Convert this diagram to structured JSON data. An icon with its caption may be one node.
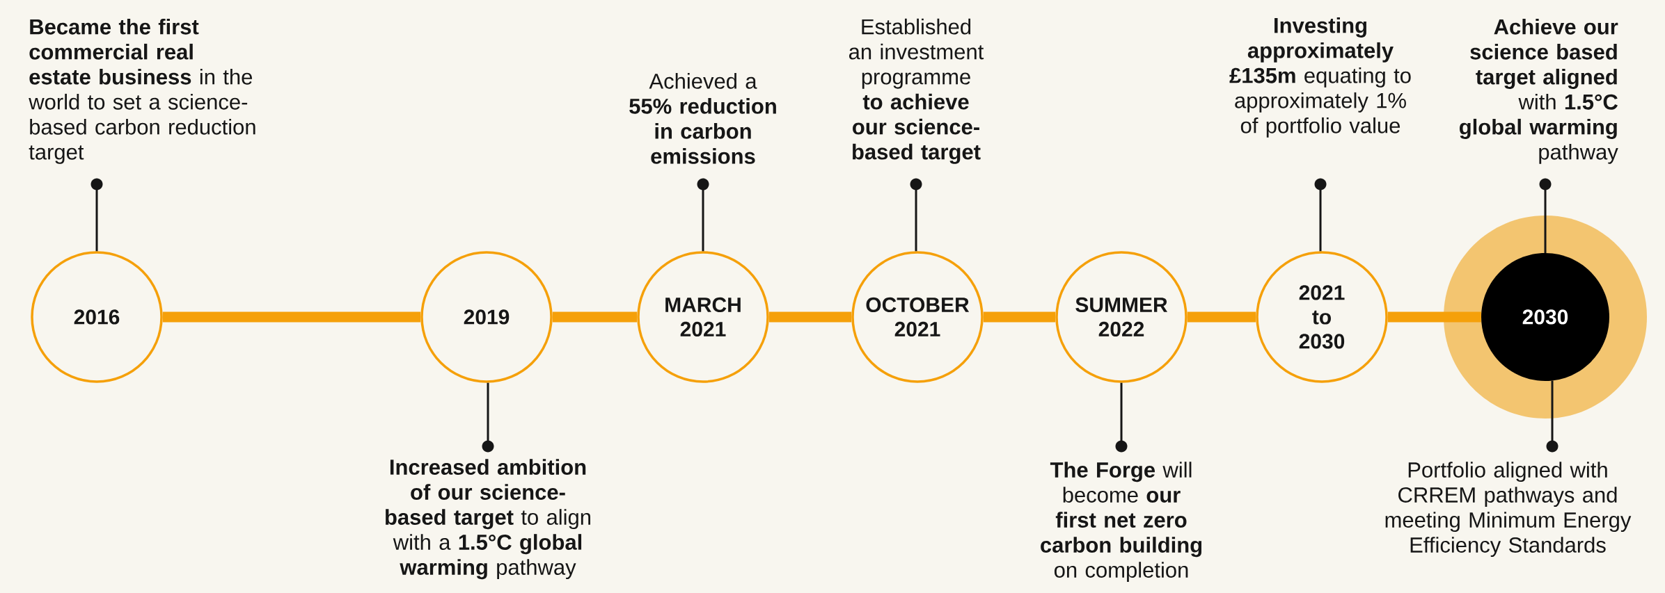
{
  "diagram": {
    "nodes": [
      {
        "text": [
          "2016"
        ]
      },
      {
        "text": [
          "2019"
        ]
      },
      {
        "text": [
          "MARCH 2021"
        ]
      },
      {
        "text": [
          "OCTOBER 2021"
        ]
      },
      {
        "text": [
          "SUMMER 2022"
        ]
      },
      {
        "text": [
          "2021 to 2030"
        ]
      },
      {
        "text": [
          "2030"
        ]
      },
      {
        "text": [
          "**Became the first commercial real estate business** in the world to set a science-based carbon reduction target"
        ]
      },
      {
        "text": [
          "Achieved a **55% reduction in carbon emissions**"
        ]
      },
      {
        "text": [
          "Established an investment programme **to achieve our science-based target**"
        ]
      },
      {
        "text": [
          "**Investing approximately £135m** equating to approximately 1% of portfolio value"
        ]
      },
      {
        "text": [
          "**Achieve our science based target aligned** with **1.5°C global warming** pathway"
        ]
      },
      {
        "text": [
          "**Increased ambition of our science-based target** to align with a **1.5°C global warming** pathway"
        ]
      },
      {
        "text": [
          "**The Forge** will become **our first net zero carbon building** on completion"
        ]
      },
      {
        "text": [
          "Portfolio aligned with CRREM pathways and meeting Minimum Energy Efficiency Standards"
        ]
      }
    ],
    "edges": [
      {
        "from": 0,
        "to": 1,
        "arrow": "none",
        "style": "thick",
        "color": "#f5a00a"
      },
      {
        "from": 1,
        "to": 2,
        "arrow": "none",
        "style": "thick",
        "color": "#f5a00a"
      },
      {
        "from": 2,
        "to": 3,
        "arrow": "none",
        "style": "thick",
        "color": "#f5a00a"
      },
      {
        "from": 3,
        "to": 4,
        "arrow": "none",
        "style": "thick",
        "color": "#f5a00a"
      },
      {
        "from": 4,
        "to": 5,
        "arrow": "none",
        "style": "thick",
        "color": "#f5a00a"
      },
      {
        "from": 5,
        "to": 6,
        "arrow": "none",
        "style": "thick",
        "color": "#f5a00a"
      },
      {
        "from": 7,
        "to": 0,
        "arrow": "other"
      },
      {
        "from": 8,
        "to": 2,
        "arrow": "other"
      },
      {
        "from": 9,
        "to": 3,
        "arrow": "other"
      },
      {
        "from": 10,
        "to": 5,
        "arrow": "other"
      },
      {
        "from": 11,
        "to": 6,
        "arrow": "other"
      },
      {
        "from": 12,
        "to": 1,
        "arrow": "other"
      },
      {
        "from": 13,
        "to": 4,
        "arrow": "other"
      },
      {
        "from": 14,
        "to": 6,
        "arrow": "other"
      }
    ]
  }
}
